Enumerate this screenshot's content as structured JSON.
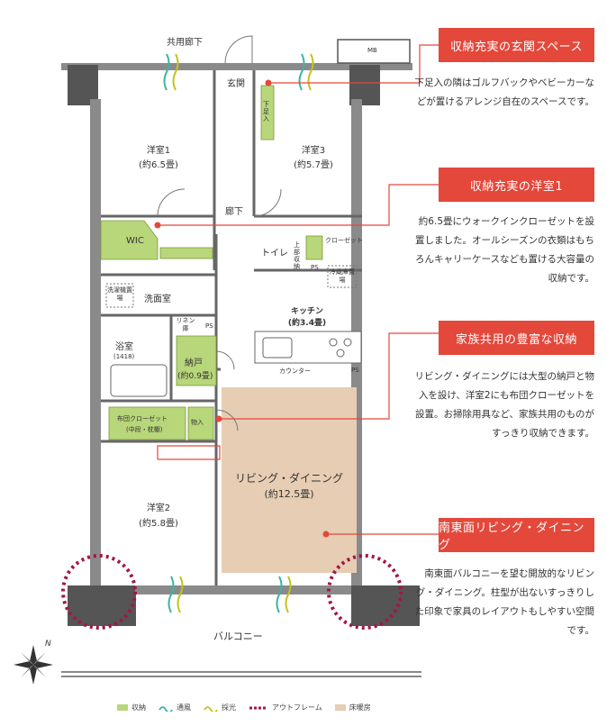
{
  "rooms": {
    "corridor": "共用廊下",
    "mb": "MB",
    "entrance": "玄関",
    "shoe_storage": "下足入",
    "room1": "洋室1",
    "room1_size": "(約6.5畳)",
    "room3": "洋室3",
    "room3_size": "(約5.7畳)",
    "hallway": "廊下",
    "wic": "WIC",
    "toilet": "トイレ",
    "upper_storage": "上部収納",
    "closet": "クローゼット",
    "ps": "PS",
    "fridge": "冷蔵庫置場",
    "washer": "洗濯機置場",
    "washroom": "洗面室",
    "linen": "リネン庫",
    "kitchen": "キッチン",
    "kitchen_size": "(約3.4畳)",
    "bath": "浴室",
    "bath_size": "(1418)",
    "nando": "納戸",
    "nando_size": "(約0.9畳)",
    "counter": "カウンター",
    "futon": "布団クローゼット",
    "futon_sub": "(中段・枕棚)",
    "monoire": "物入",
    "living": "リビング・ダイニング",
    "living_size": "(約12.5畳)",
    "room2": "洋室2",
    "room2_size": "(約5.8畳)",
    "balcony": "バルコニー",
    "north": "N"
  },
  "callouts": [
    {
      "title": "収納充実の玄関スペース",
      "text": "下足入の隣はゴルフバックやベビーカーなどが置けるアレンジ自在のスペースです。"
    },
    {
      "title": "収納充実の洋室1",
      "text": "約6.5畳にウォークインクローゼットを設置しました。オールシーズンの衣類はもちろんキャリーケースなども置ける大容量の収納です。"
    },
    {
      "title": "家族共用の豊富な収納",
      "text": "リビング・ダイニングには大型の納戸と物入を設け、洋室2にも布団クローゼットを設置。お掃除用具など、家族共用のものがすっきり収納できます。"
    },
    {
      "title": "南東面リビング・ダイニング",
      "text": "南東面バルコニーを望む開放的なリビング・ダイニング。柱型が出ないすっきりした印象で家具のレイアウトもしやすい空間です。"
    }
  ],
  "legend": [
    {
      "label": "収納",
      "color": "#b8d67a"
    },
    {
      "label": "通風",
      "color": "#3bb4a5"
    },
    {
      "label": "採光",
      "color": "#c5c21b"
    },
    {
      "label": "アウトフレーム",
      "color": "#a3154a"
    },
    {
      "label": "床暖房",
      "color": "#e6cdb3"
    }
  ],
  "colors": {
    "storage": "#b8d67a",
    "accent": "#e3483b",
    "floor_heat": "#e6cdb3",
    "frame": "#a3154a"
  }
}
